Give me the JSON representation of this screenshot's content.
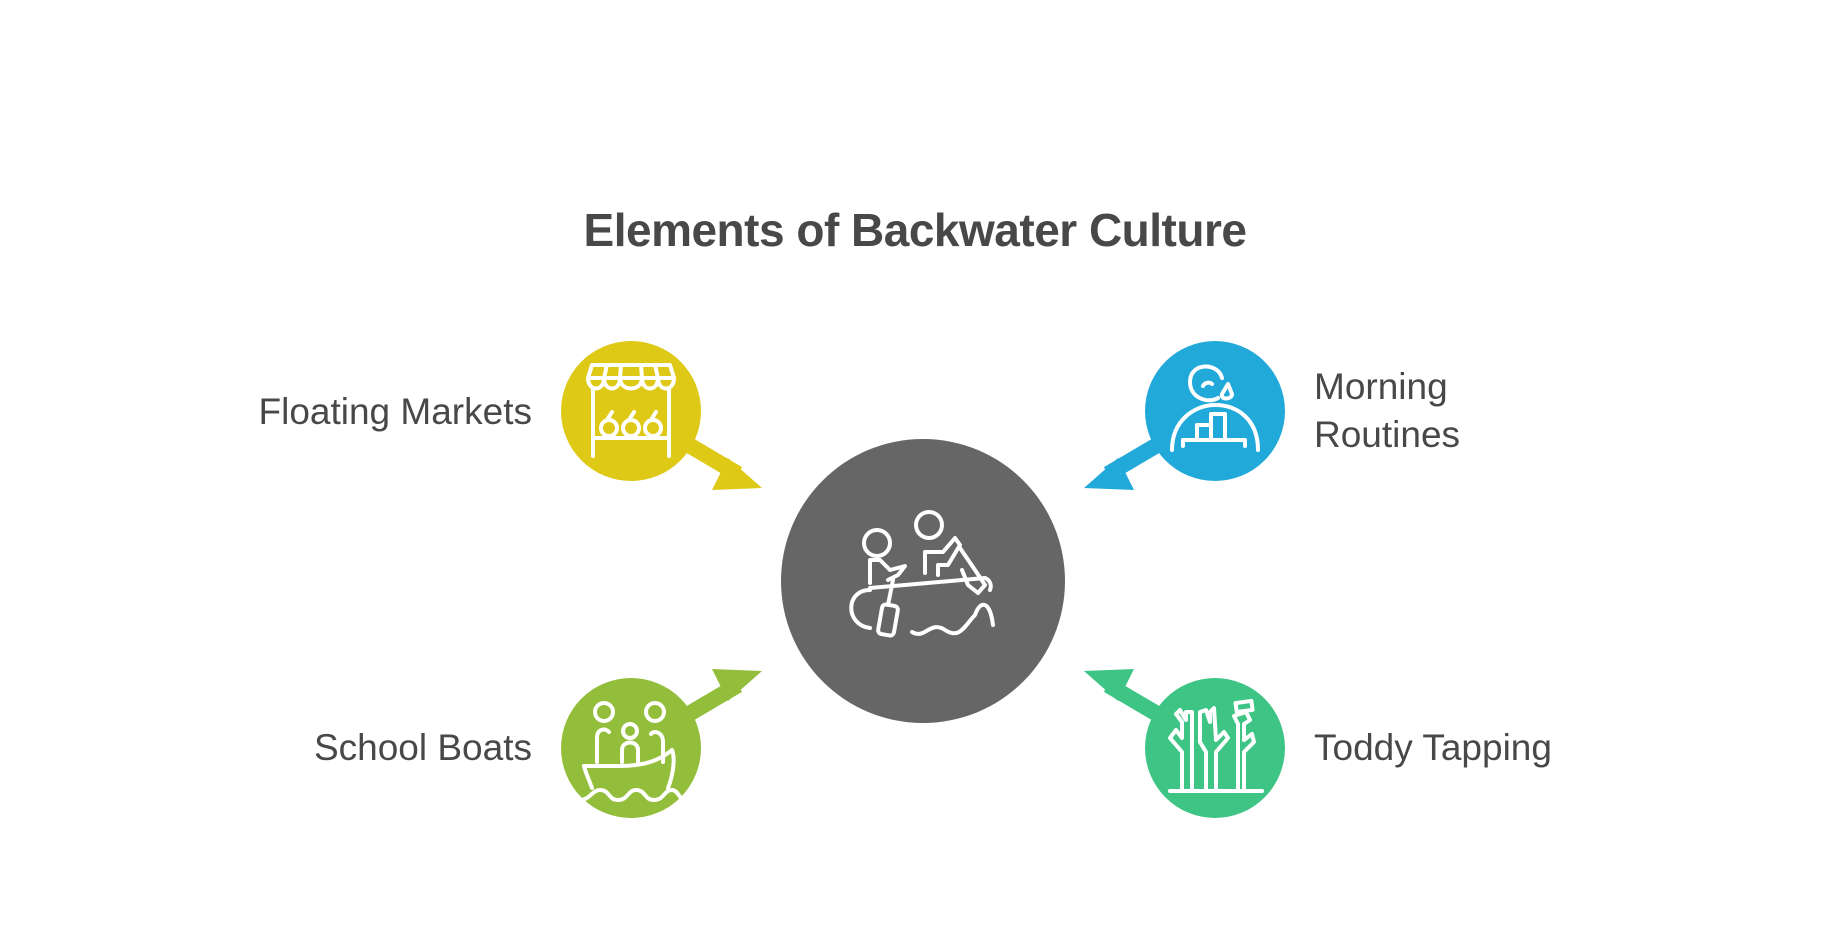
{
  "title": "Elements of Backwater Culture",
  "center": {
    "icon": "people-rowing-boat-icon",
    "color": "#666666"
  },
  "items": [
    {
      "label": "Floating Markets",
      "icon": "market-stall-icon",
      "color": "#DEC916",
      "position": "top-left"
    },
    {
      "label_lines": [
        "Morning",
        "Routines"
      ],
      "label": "Morning Routines",
      "icon": "person-sweat-stairs-icon",
      "color": "#21A9D9",
      "position": "top-right"
    },
    {
      "label": "School Boats",
      "icon": "children-in-boat-icon",
      "color": "#93BE3C",
      "position": "bottom-left"
    },
    {
      "label": "Toddy Tapping",
      "icon": "palm-trees-tapping-icon",
      "color": "#3EC585",
      "position": "bottom-right"
    }
  ]
}
